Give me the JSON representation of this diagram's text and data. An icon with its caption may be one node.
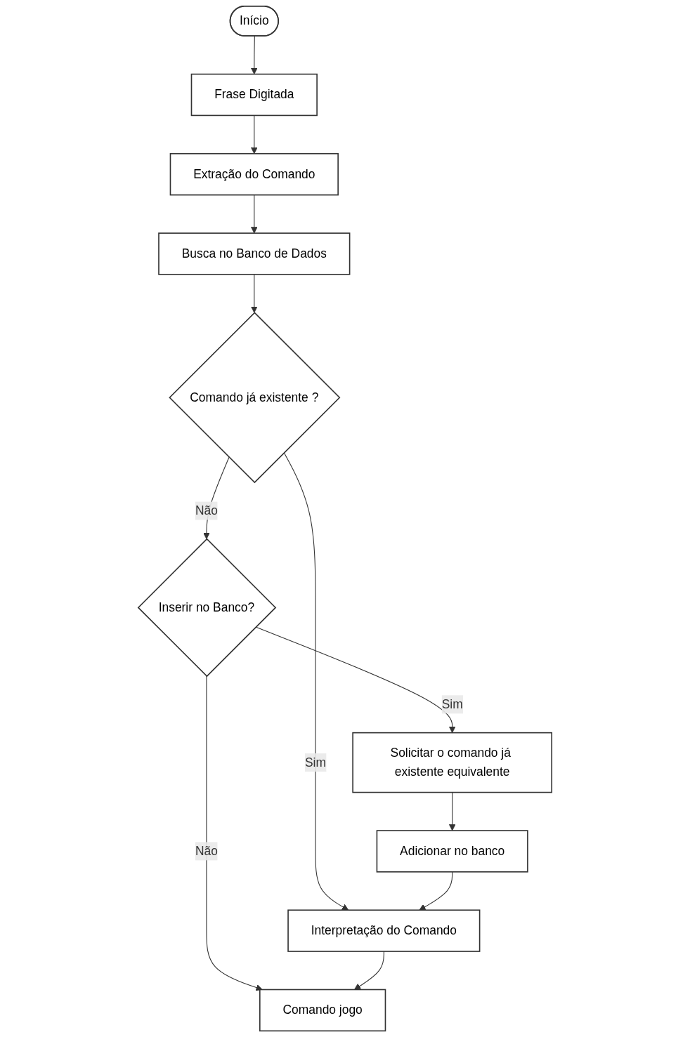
{
  "diagram": {
    "nodes": [
      {
        "text": [
          "Início"
        ]
      },
      {
        "text": [
          "Frase Digitada"
        ]
      },
      {
        "text": [
          "Adicionar no banco"
        ]
      },
      {
        "text": [
          "Extração do Comando"
        ]
      },
      {
        "text": [
          "Solicitar o comando já existente equivalente"
        ]
      },
      {
        "text": [
          "Busca no Banco de Dados"
        ]
      },
      {
        "text": [
          "Comando já existente ?"
        ]
      },
      {
        "text": [
          "Inserir no Banco?"
        ]
      },
      {
        "text": [
          "Interpretação do Comando"
        ]
      },
      {
        "text": [
          "Comando jogo"
        ]
      }
    ],
    "edges": [
      {
        "from": 0,
        "to": 1,
        "arrow": "to"
      },
      {
        "from": 1,
        "to": 3,
        "arrow": "to"
      },
      {
        "from": 3,
        "to": 5,
        "arrow": "to"
      },
      {
        "from": 5,
        "to": 6,
        "arrow": "to"
      },
      {
        "from": 6,
        "to": 7,
        "label": "Não",
        "arrow": "to"
      },
      {
        "from": 6,
        "to": 8,
        "label": "Sim",
        "arrow": "to"
      },
      {
        "from": 7,
        "to": 4,
        "label": "Sim",
        "arrow": "to"
      },
      {
        "from": 4,
        "to": 2,
        "arrow": "to"
      },
      {
        "from": 2,
        "to": 8,
        "arrow": "to"
      },
      {
        "from": 7,
        "to": 9,
        "label": "Não",
        "arrow": "to"
      },
      {
        "from": 8,
        "to": 9,
        "arrow": "to"
      }
    ]
  }
}
